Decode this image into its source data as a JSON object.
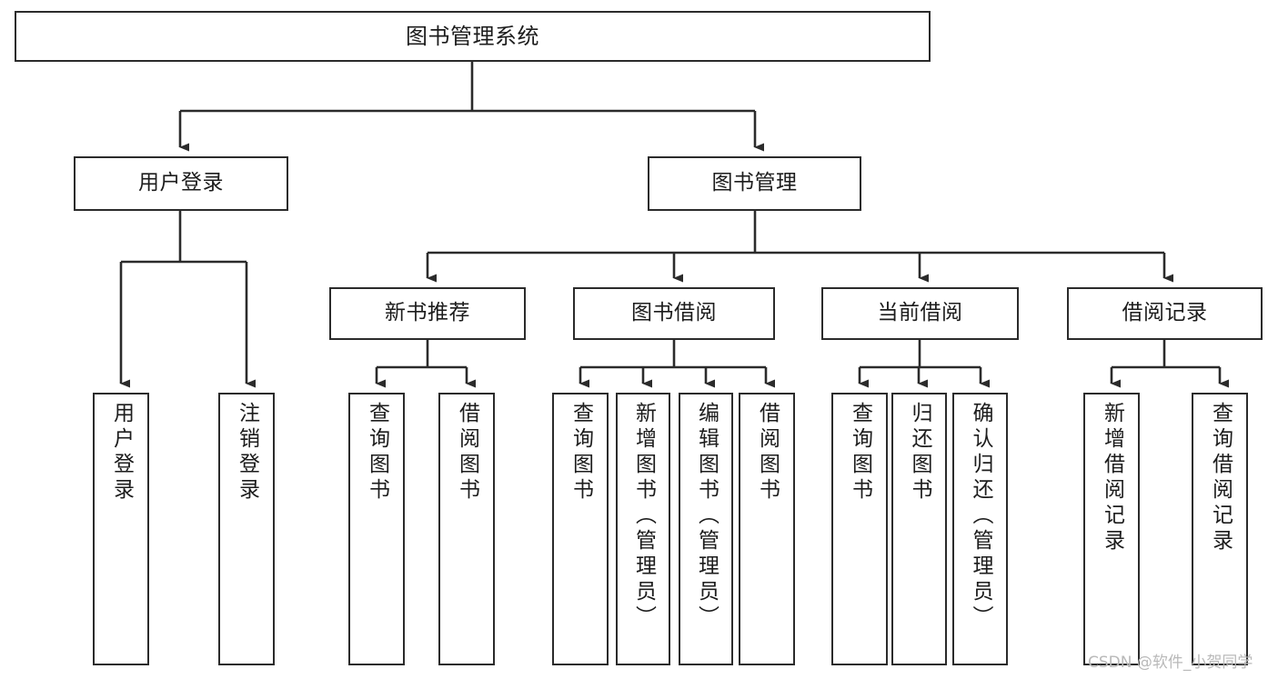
{
  "diagram": {
    "title": "图书管理系统",
    "type": "tree-hierarchy-diagram",
    "colors": {
      "box_border": "#2b2b2b",
      "box_fill": "#ffffff",
      "edge": "#2b2b2b",
      "background": "#ffffff",
      "watermark": "#b9b9b9"
    },
    "nodes": {
      "root": {
        "label": "图书管理系统"
      },
      "level2": [
        {
          "label": "用户登录"
        },
        {
          "label": "图书管理"
        }
      ],
      "level3": [
        {
          "label": "新书推荐"
        },
        {
          "label": "图书借阅"
        },
        {
          "label": "当前借阅"
        },
        {
          "label": "借阅记录"
        }
      ],
      "leaves": {
        "user_login": [
          {
            "label": "用户登录"
          },
          {
            "label": "注销登录"
          }
        ],
        "new_book_recommend": [
          {
            "label": "查询图书"
          },
          {
            "label": "借阅图书"
          }
        ],
        "book_borrow": [
          {
            "label": "查询图书"
          },
          {
            "label": "新增图书（管理员）"
          },
          {
            "label": "编辑图书（管理员）"
          },
          {
            "label": "借阅图书"
          }
        ],
        "current_borrow": [
          {
            "label": "查询图书"
          },
          {
            "label": "归还图书"
          },
          {
            "label": "确认归还（管理员）"
          }
        ],
        "borrow_record": [
          {
            "label": "新增借阅记录"
          },
          {
            "label": "查询借阅记录"
          }
        ]
      }
    },
    "watermark": "CSDN @软件_小贺同学"
  }
}
